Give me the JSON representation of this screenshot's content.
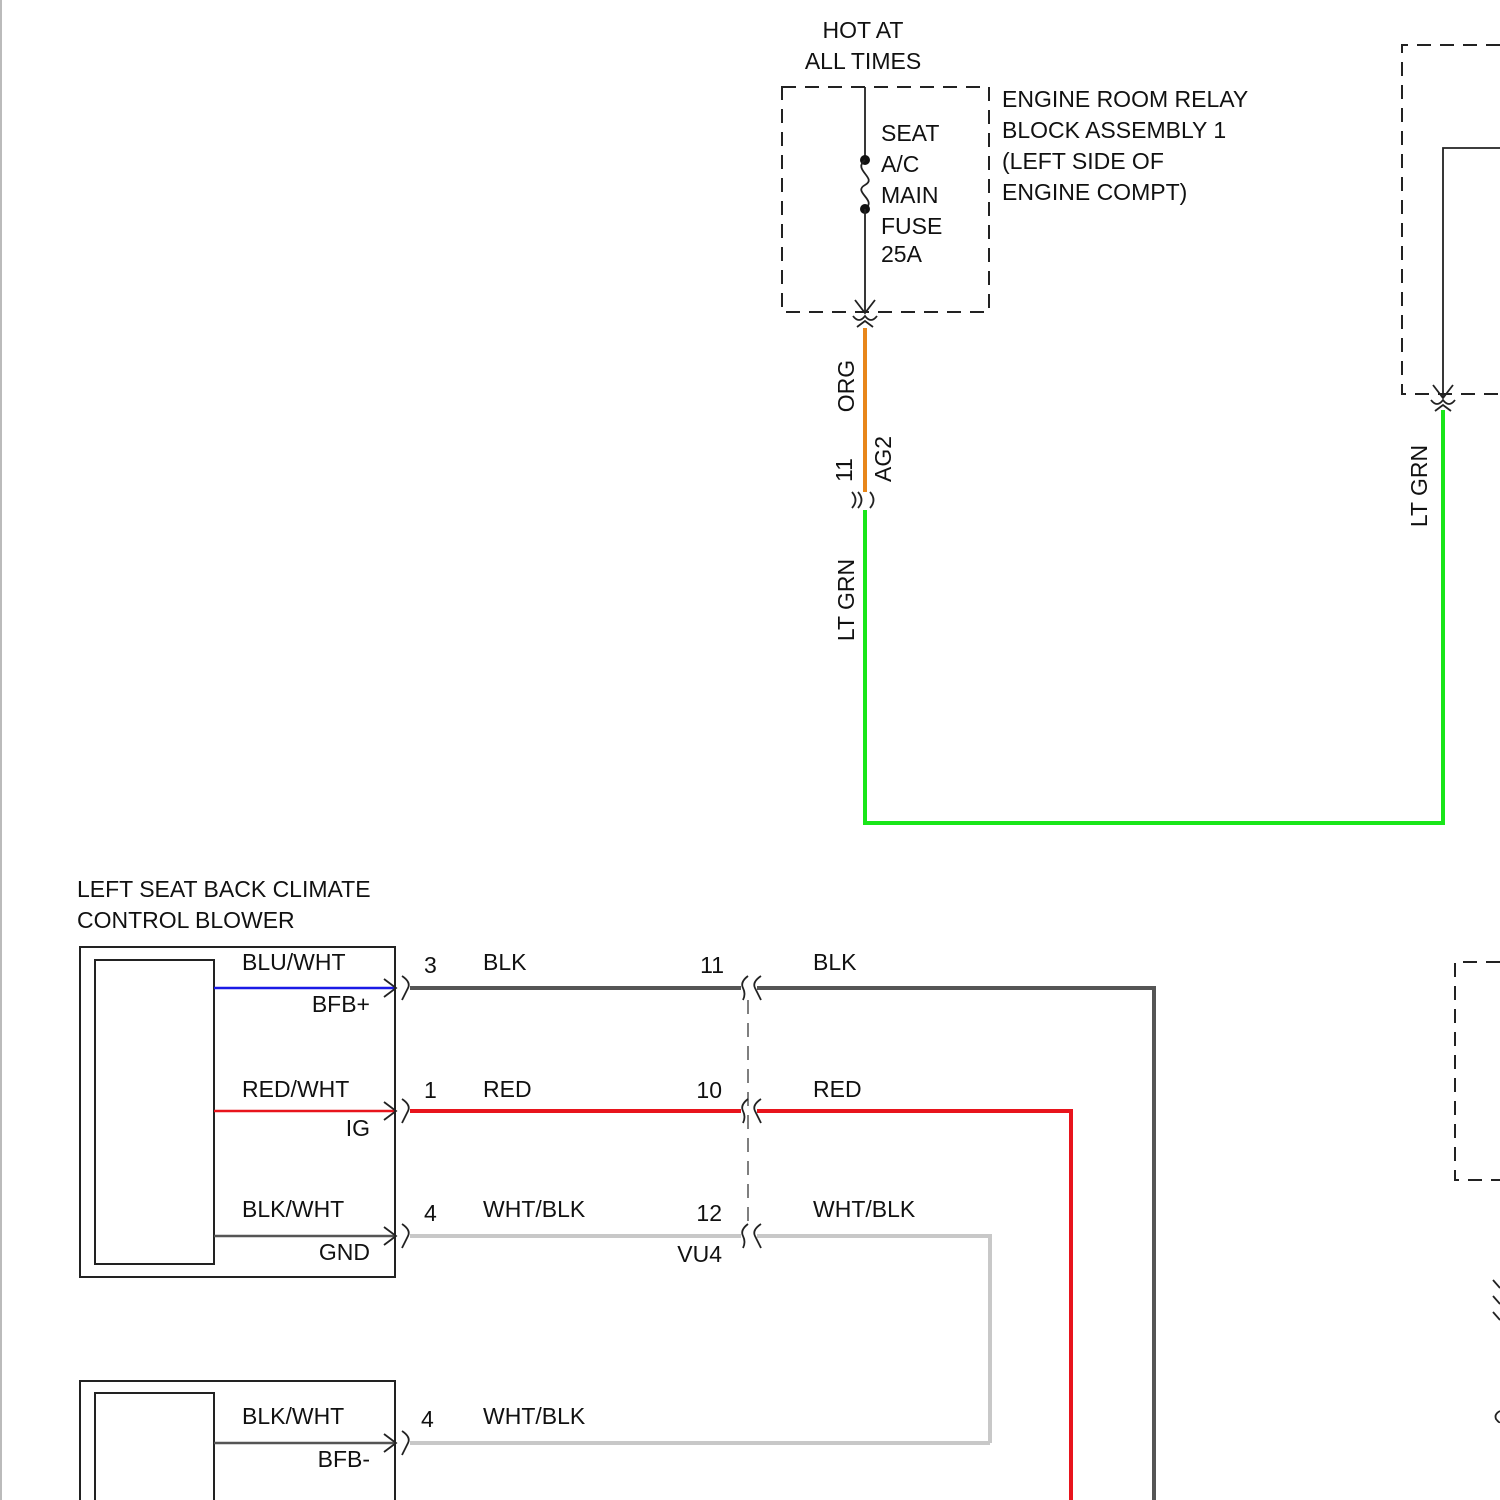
{
  "colors": {
    "org": "#e8861a",
    "lt_grn": "#19e619",
    "blk": "#555555",
    "red": "#e8141c",
    "wht": "#c8c8c8",
    "blu": "#1a1ae6"
  },
  "fuse_supply": {
    "header_line1": "HOT AT",
    "header_line2": "ALL TIMES",
    "fuse_label": [
      "SEAT",
      "A/C",
      "MAIN",
      "FUSE",
      "25A"
    ],
    "relay_block_label": [
      "ENGINE ROOM RELAY",
      "BLOCK ASSEMBLY 1",
      "(LEFT SIDE OF",
      "ENGINE COMPT)"
    ],
    "wire_org": "ORG",
    "connector_pin": "11",
    "connector_id": "AG2",
    "wire_lt_grn": "LT GRN"
  },
  "right_feed": {
    "wire_lt_grn": "LT GRN"
  },
  "blower": {
    "title_line1": "LEFT SEAT BACK CLIMATE",
    "title_line2": "CONTROL BLOWER",
    "terminals": [
      {
        "wire": "BLU/WHT",
        "name": "BFB+",
        "pin": "3",
        "wire_out": "BLK",
        "junction_pin": "11",
        "wire_after": "BLK"
      },
      {
        "wire": "RED/WHT",
        "name": "IG",
        "pin": "1",
        "wire_out": "RED",
        "junction_pin": "10",
        "wire_after": "RED"
      },
      {
        "wire": "BLK/WHT",
        "name": "GND",
        "pin": "4",
        "wire_out": "WHT/BLK",
        "junction_pin": "12",
        "wire_after": "WHT/BLK"
      }
    ],
    "junction_id": "VU4"
  },
  "lower_component": {
    "wire": "BLK/WHT",
    "name": "BFB-",
    "pin": "4",
    "wire_out": "WHT/BLK"
  }
}
